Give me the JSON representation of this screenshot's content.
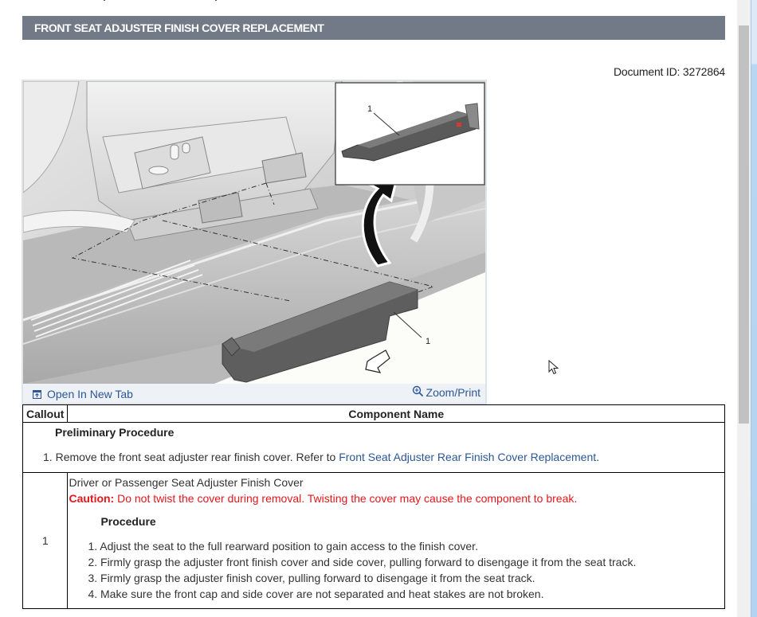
{
  "header": {
    "title": "FRONT SEAT ADJUSTER FINISH COVER REPLACEMENT",
    "document_id": "Document ID: 3272864"
  },
  "figure": {
    "callout_label_main": "1",
    "callout_label_inset": "1",
    "open_new_tab_label": "Open In New Tab",
    "open_new_tab_icon": "open-new-tab-icon",
    "zoom_print_label": "Zoom/Print",
    "zoom_print_icon": "zoom-in-icon"
  },
  "table": {
    "headers": [
      "Callout",
      "Component Name"
    ],
    "preliminary": {
      "title": "Preliminary Procedure",
      "steps": [
        {
          "number": "1.",
          "text": "Remove the front seat adjuster rear finish cover. Refer to ",
          "link": "Front Seat Adjuster Rear Finish Cover Replacement",
          "suffix": "."
        }
      ]
    },
    "rows": [
      {
        "callout": "1",
        "component_name": "Driver or Passenger Seat Adjuster Finish Cover",
        "caution_label": "Caution:",
        "caution_text": " Do not twist the cover during removal. Twisting the cover may cause the component to break.",
        "procedure_title": "Procedure",
        "steps": [
          "1. Adjust the seat to the full rearward position to gain access to the finish cover.",
          "2. Firmly grasp the adjuster front finish cover and side cover, pulling forward to disengage it from the seat track.",
          "3. Firmly grasp the adjuster finish cover, pulling forward to disengage it from the seat track.",
          "4. Make sure the front cap and side cover are not separated and heat stakes are not broken."
        ]
      }
    ]
  },
  "colors": {
    "title_bar_bg": "#717a86",
    "title_text": "#ffffff",
    "link": "#2b5797",
    "caution": "#e3161b",
    "figure_footer_bg": "#eef1f5"
  }
}
